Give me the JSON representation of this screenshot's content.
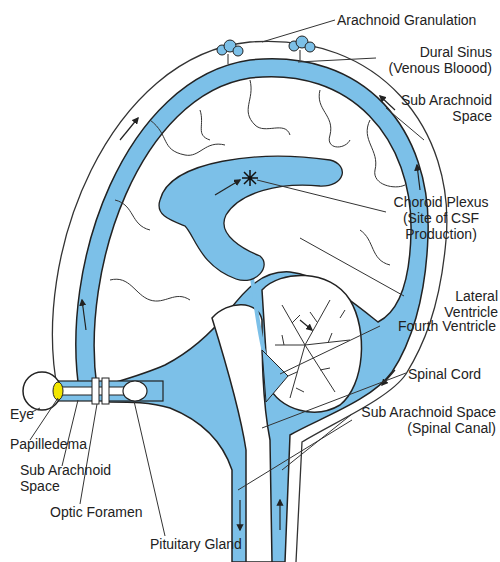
{
  "diagram": {
    "labels": [
      "Arachnoid Granulation",
      "Dural Sinus (Venous Bloood)",
      "Sub Arachnoid Space",
      "Choroid Plexus (Site of CSF Production)",
      "Lateral Ventricle",
      "Fourth Ventricle",
      "Spinal Cord",
      "Sub Arachnoid Space (Spinal Canal)",
      "Eye",
      "Papilledema",
      "Sub Arachnoid Space",
      "Optic Foramen",
      "Pituitary Gland"
    ]
  }
}
